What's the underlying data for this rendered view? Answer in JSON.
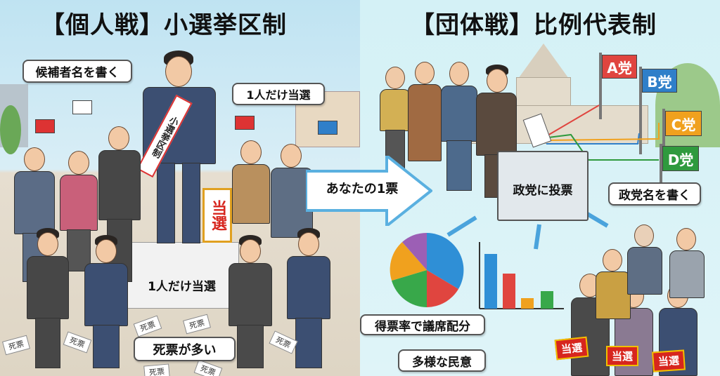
{
  "left": {
    "title": "【個人戦】小選挙区制",
    "bubble_write_name": "候補者名を書く",
    "bubble_one_winner": "1人だけ当選",
    "sash_text": "小選挙区制",
    "winner_sign": "当選",
    "podium_text": "1人だけ当選",
    "bubble_dead_votes": "死票が多い",
    "dead_ballot_text": "死票"
  },
  "arrow": {
    "label": "あなたの1票"
  },
  "right": {
    "title": "【団体戦】比例代表制",
    "parties": [
      {
        "label": "A党",
        "color": "#e0453f"
      },
      {
        "label": "B党",
        "color": "#2f7fc9"
      },
      {
        "label": "C党",
        "color": "#f0a11e"
      },
      {
        "label": "D党",
        "color": "#2f9a3e"
      }
    ],
    "ballot_box_text": "政党に投票",
    "bubble_write_party": "政党名を書く",
    "bubble_seat_allocation": "得票率で議席配分",
    "bubble_diverse_opinion": "多様な民意",
    "winner_signs": [
      "当選",
      "当選",
      "当選"
    ]
  }
}
